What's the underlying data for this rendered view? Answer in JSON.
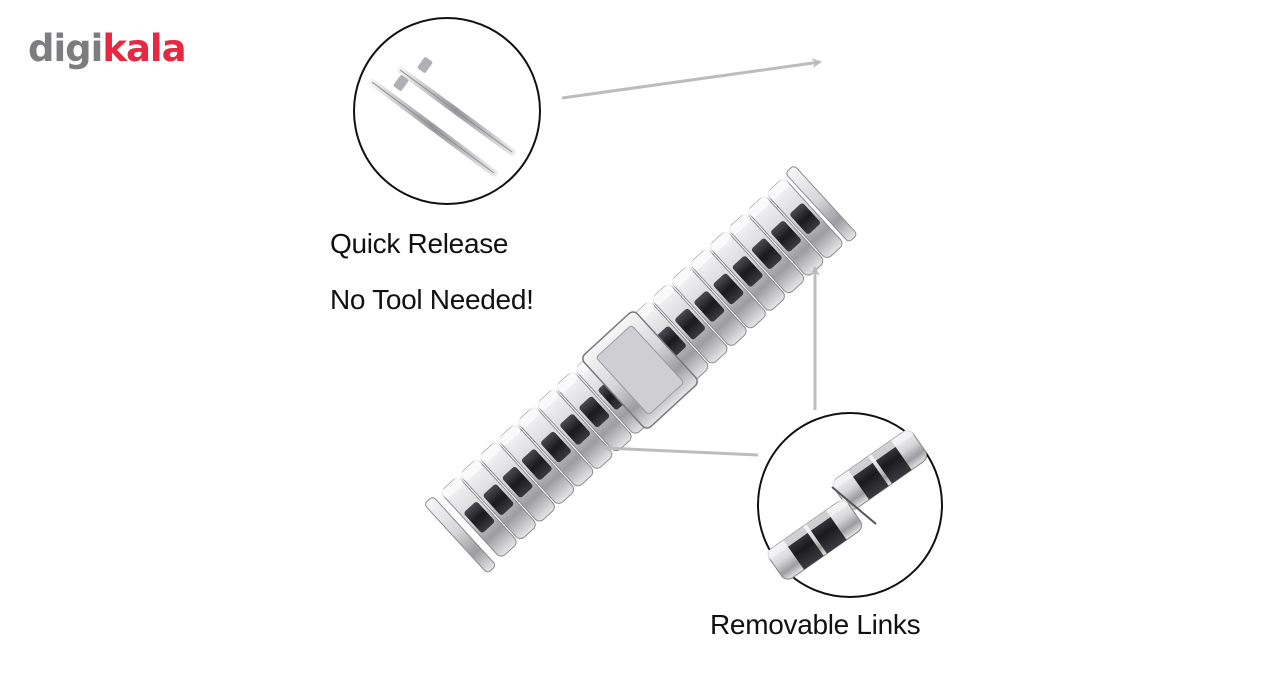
{
  "brand": {
    "logo_part1": "digi",
    "logo_part2": "kala",
    "logo_colors": {
      "gray": "#7d7d80",
      "red": "#e42941"
    }
  },
  "callouts": {
    "quick_release_line1": "Quick Release",
    "quick_release_line2": "No Tool Needed!",
    "removable_links": "Removable Links"
  },
  "band": {
    "metal_colors": {
      "silver": "#d9d9db",
      "black": "#1e1e21"
    },
    "arrow_color": "#bcbcbc"
  },
  "icons": [
    "spring-bar-pins-icon",
    "clasp-icon",
    "removable-link-pieces-icon",
    "arrow-icon"
  ]
}
